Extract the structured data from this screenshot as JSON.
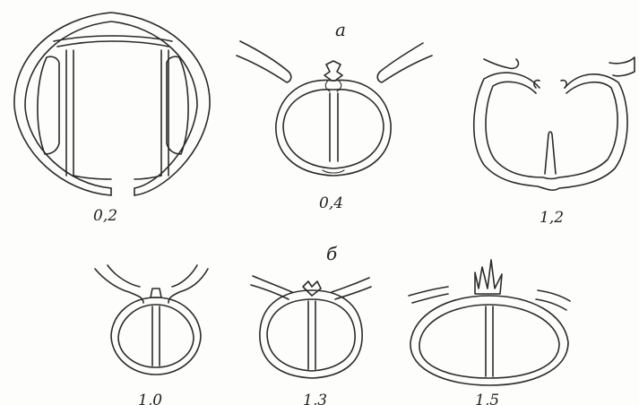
{
  "groups": {
    "a": "а",
    "b": "б"
  },
  "sections": {
    "a1": "0,2",
    "a2": "0,4",
    "a3": "1,2",
    "b1": "1,0",
    "b2": "1,3",
    "b3": "1,5"
  }
}
